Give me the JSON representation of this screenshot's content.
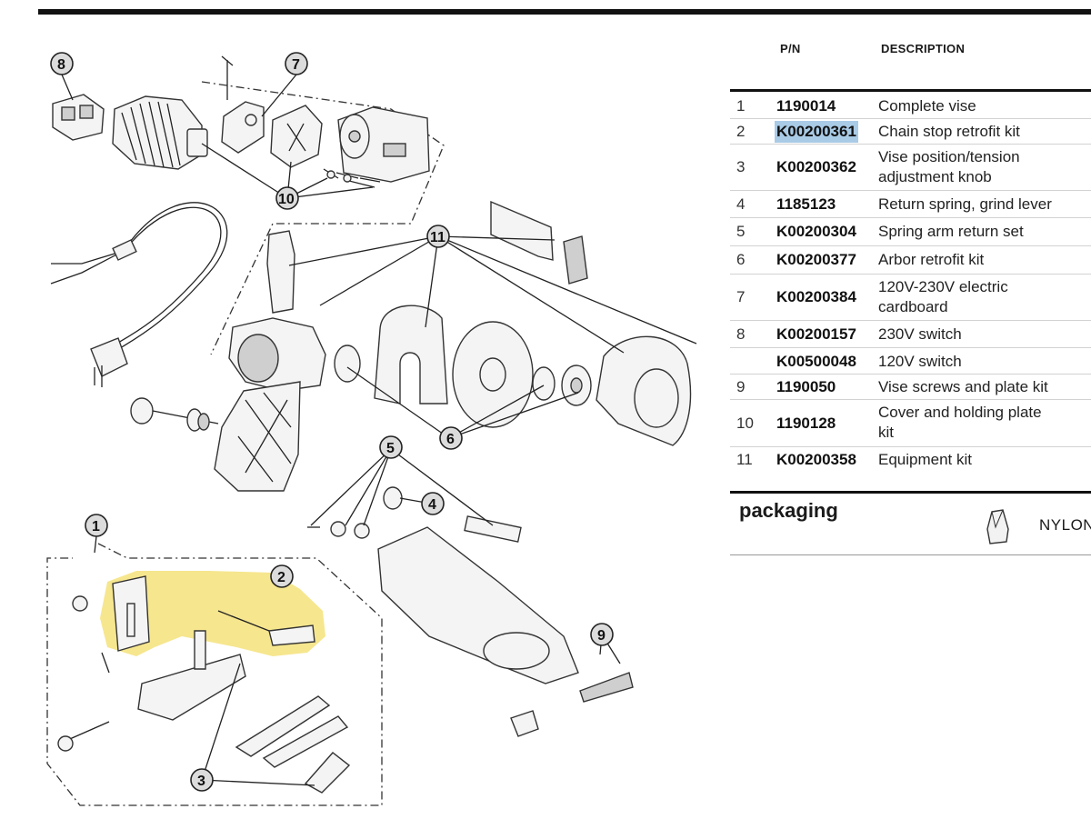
{
  "table": {
    "header_pn": "P/N",
    "header_desc": "DESCRIPTION",
    "rows": [
      {
        "num": "1",
        "pn": "1190014",
        "desc": "Complete vise"
      },
      {
        "num": "2",
        "pn": "K00200361",
        "desc": "Chain stop retrofit kit",
        "highlighted": true
      },
      {
        "num": "3",
        "pn": "K00200362",
        "desc": "Vise position/tension",
        "desc2": "adjustment knob"
      },
      {
        "num": "4",
        "pn": "1185123",
        "desc": "Return spring, grind lever"
      },
      {
        "num": "5",
        "pn": "K00200304",
        "desc": "Spring arm return set"
      },
      {
        "num": "6",
        "pn": "K00200377",
        "desc": "Arbor retrofit kit"
      },
      {
        "num": "7",
        "pn": "K00200384",
        "desc": "120V-230V electric",
        "desc2": "cardboard"
      },
      {
        "num": "8",
        "pn": "K00200157",
        "desc": "230V switch"
      },
      {
        "num": "",
        "pn": "K00500048",
        "desc": "120V switch"
      },
      {
        "num": "9",
        "pn": "1190050",
        "desc": "Vise screws and plate kit"
      },
      {
        "num": "10",
        "pn": "1190128",
        "desc": "Cover and holding plate",
        "desc2": "kit"
      },
      {
        "num": "11",
        "pn": "K00200358",
        "desc": "Equipment kit"
      }
    ]
  },
  "packaging": {
    "title": "packaging",
    "material": "NYLON",
    "icon": "nylon-bag-icon"
  },
  "diagram": {
    "callouts": [
      "1",
      "2",
      "3",
      "4",
      "5",
      "6",
      "7",
      "8",
      "9",
      "10",
      "11"
    ],
    "highlight_color": "#f5e27a",
    "highlighted_part": "2"
  }
}
